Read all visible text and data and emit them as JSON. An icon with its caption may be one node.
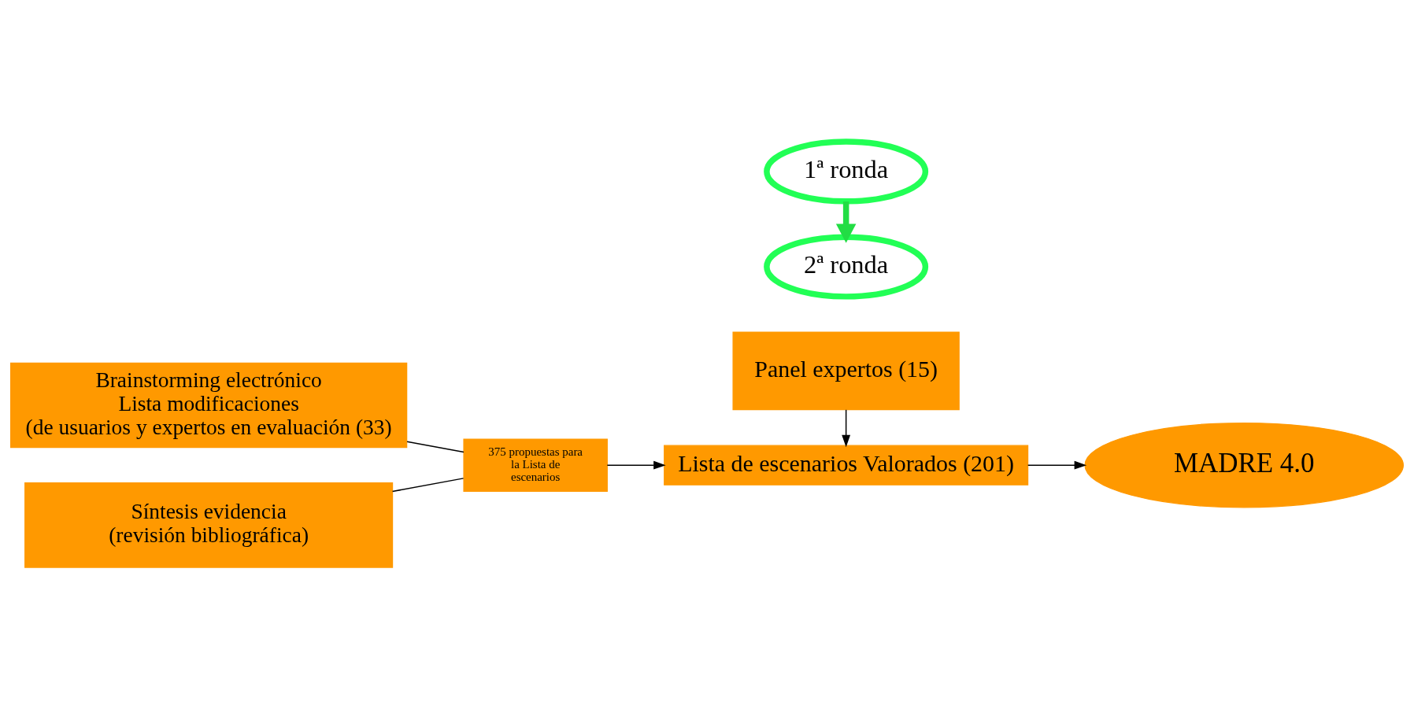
{
  "diagram": {
    "nodes": [
      {
        "text": [
          "Panel expertos (15)"
        ]
      },
      {
        "text": [
          "Brainstorming electrónico",
          "Lista modificaciones",
          "(de usuarios y expertos en evaluación (33)"
        ]
      },
      {
        "text": [
          "Síntesis evidencia",
          "(revisión bibliográfica)"
        ]
      },
      {
        "text": [
          "375 propuestas para la Lista de escenarios"
        ]
      },
      {
        "text": [
          "1ª ronda"
        ]
      },
      {
        "text": [
          "2ª ronda"
        ]
      },
      {
        "text": [
          "Lista de escenarios Valorados (201)"
        ]
      },
      {
        "text": [
          "MADRE 4.0"
        ]
      }
    ],
    "edges": [
      {
        "from": 1,
        "to": 3,
        "arrow": "none"
      },
      {
        "from": 2,
        "to": 3,
        "arrow": "none"
      },
      {
        "from": 0,
        "to": 6,
        "arrow": "to"
      },
      {
        "from": 3,
        "to": 6,
        "arrow": "to"
      },
      {
        "from": 4,
        "to": 5,
        "arrow": "to",
        "style": "thick",
        "color": "#22dd44"
      },
      {
        "from": 6,
        "to": 7,
        "arrow": "to"
      }
    ]
  }
}
